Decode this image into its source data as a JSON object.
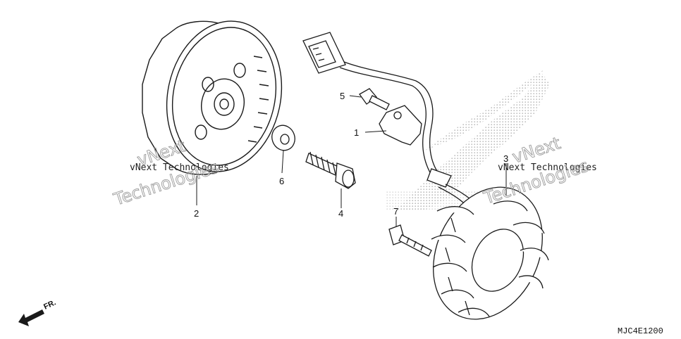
{
  "callouts": [
    {
      "id": "1",
      "label": "1"
    },
    {
      "id": "2",
      "label": "2"
    },
    {
      "id": "3",
      "label": "3"
    },
    {
      "id": "4",
      "label": "4"
    },
    {
      "id": "5",
      "label": "5"
    },
    {
      "id": "6",
      "label": "6"
    },
    {
      "id": "7",
      "label": "7"
    }
  ],
  "watermarks": {
    "left_line1": "vNext Technologies",
    "left_line2": "vNext",
    "left_line3": "Technologies",
    "right_line1": "vNext Technologies",
    "right_line2": "vNext",
    "right_line3": "Technologies"
  },
  "front_indicator": "FR.",
  "diagram_ref": "MJC4E1200",
  "colors": {
    "line": "#1a1a1a",
    "logo_dots": "#bdbdbd",
    "watermark_outline": "#9a9a9a"
  }
}
